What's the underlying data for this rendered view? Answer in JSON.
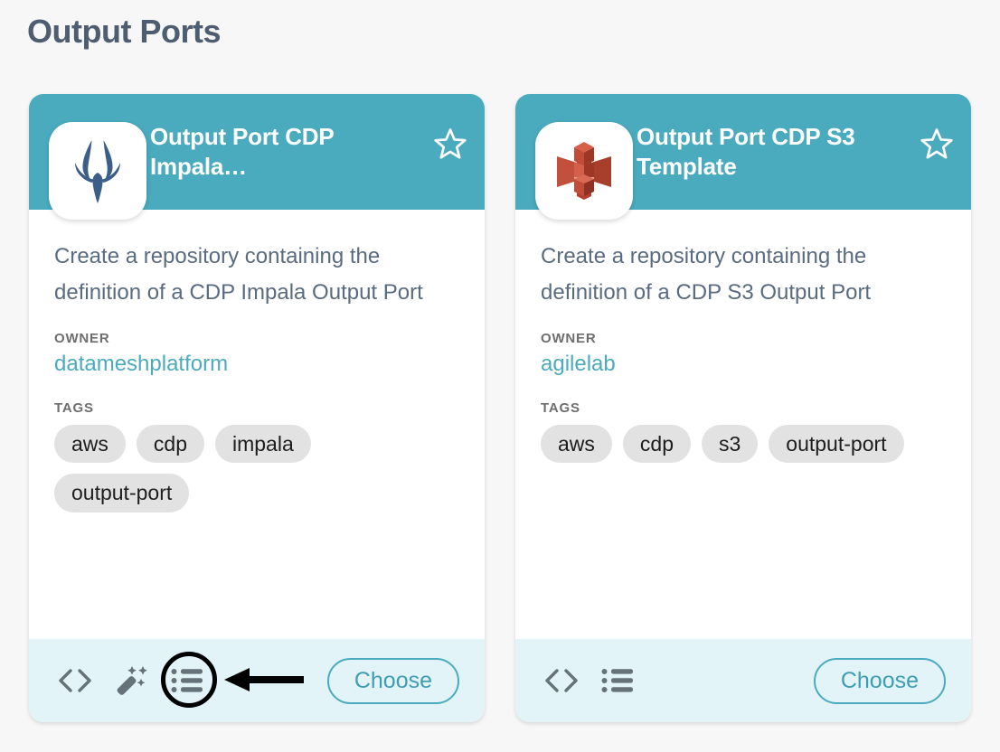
{
  "page": {
    "title": "Output Ports",
    "background": "#f7f7f7",
    "title_color": "#4f5d70"
  },
  "theme": {
    "header_teal": "#4aabbf",
    "footer_cyan": "#e2f4f8",
    "owner_link": "#4aabbf",
    "tag_bg": "#e2e2e2",
    "desc_text": "#5a6b80",
    "annotation": "#000000"
  },
  "cards": [
    {
      "id": "output-port-cdp-impala",
      "logo_icon": "impala-antelope-logo",
      "logo_color": "#3c5f8a",
      "title": "Output Port CDP Impala…",
      "favorite_icon": "star-outline-icon",
      "favorited": false,
      "description": "Create a repository containing the definition of a CDP Impala Output Port",
      "owner_label": "OWNER",
      "owner": "datameshplatform",
      "tags_label": "TAGS",
      "tags": [
        "aws",
        "cdp",
        "impala",
        "output-port"
      ],
      "footer_icons": [
        {
          "name": "code-icon",
          "glyph": "<>",
          "highlighted": false
        },
        {
          "name": "magic-wand-icon",
          "glyph": "wand",
          "highlighted": false
        },
        {
          "name": "list-icon",
          "glyph": "list",
          "highlighted": true
        }
      ],
      "choose_label": "Choose"
    },
    {
      "id": "output-port-cdp-s3",
      "logo_icon": "aws-s3-bucket-logo",
      "logo_color": "#c0513f",
      "title": "Output Port CDP S3 Template",
      "favorite_icon": "star-outline-icon",
      "favorited": false,
      "description": "Create a repository containing the definition of a CDP S3 Output Port",
      "owner_label": "OWNER",
      "owner": "agilelab",
      "tags_label": "TAGS",
      "tags": [
        "aws",
        "cdp",
        "s3",
        "output-port"
      ],
      "footer_icons": [
        {
          "name": "code-icon",
          "glyph": "<>",
          "highlighted": false
        },
        {
          "name": "list-icon",
          "glyph": "list",
          "highlighted": false
        }
      ],
      "choose_label": "Choose"
    }
  ],
  "annotations": {
    "ring_target": "list-icon",
    "arrow_direction": "left",
    "arrow_points_to": "list-icon"
  }
}
